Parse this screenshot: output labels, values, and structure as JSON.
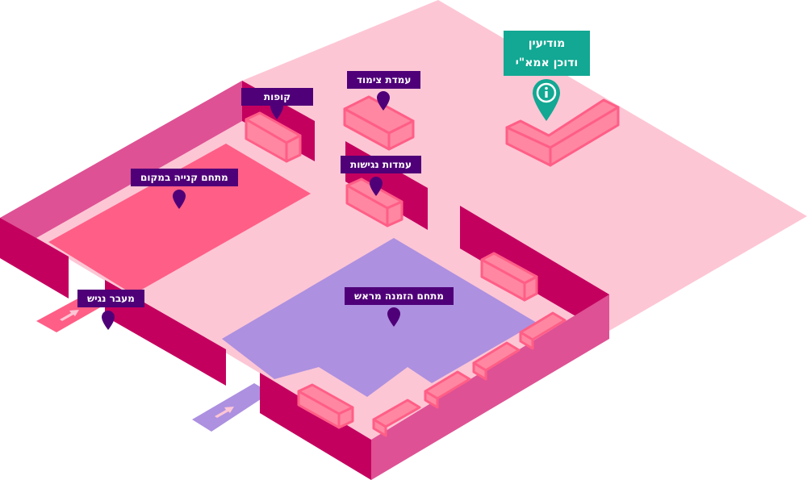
{
  "map": {
    "title": "מפת אתר",
    "colors": {
      "floor": "#fdc6d5",
      "wall_dark": "#c4005f",
      "wall_light": "#de5194",
      "onsite_purchase_area": "#ff5e86",
      "preorder_area": "#ad90e0",
      "counter_fill": "#ff87a1",
      "counter_stroke": "#ff5e86",
      "pin": "#4f0078",
      "label_bg": "#4f0078",
      "info": "#12a893",
      "entrance_arrow": "#fdc6d5"
    },
    "locations": [
      {
        "id": "info-desk",
        "name_line1": "מודיעין",
        "name_line2": "ודוכן אמא\"י",
        "icon": "info-icon",
        "color": "#12a893"
      },
      {
        "id": "tagging-station",
        "name": "עמדת צימוד",
        "icon": "map-pin-icon"
      },
      {
        "id": "cashiers",
        "name": "קופות",
        "icon": "map-pin-icon"
      },
      {
        "id": "accessibility-stations",
        "name": "עמדות נגישות",
        "icon": "map-pin-icon"
      },
      {
        "id": "onsite-purchase-area",
        "name": "מתחם קנייה במקום",
        "icon": "map-pin-icon"
      },
      {
        "id": "accessible-passage",
        "name": "מעבר נגיש",
        "icon": "map-pin-icon"
      },
      {
        "id": "preorder-area",
        "name": "מתחם הזמנה מראש",
        "icon": "map-pin-icon"
      }
    ],
    "entrances": [
      {
        "id": "accessible-entrance",
        "icon": "arrow-icon"
      },
      {
        "id": "preorder-entrance",
        "icon": "arrow-icon"
      }
    ]
  }
}
